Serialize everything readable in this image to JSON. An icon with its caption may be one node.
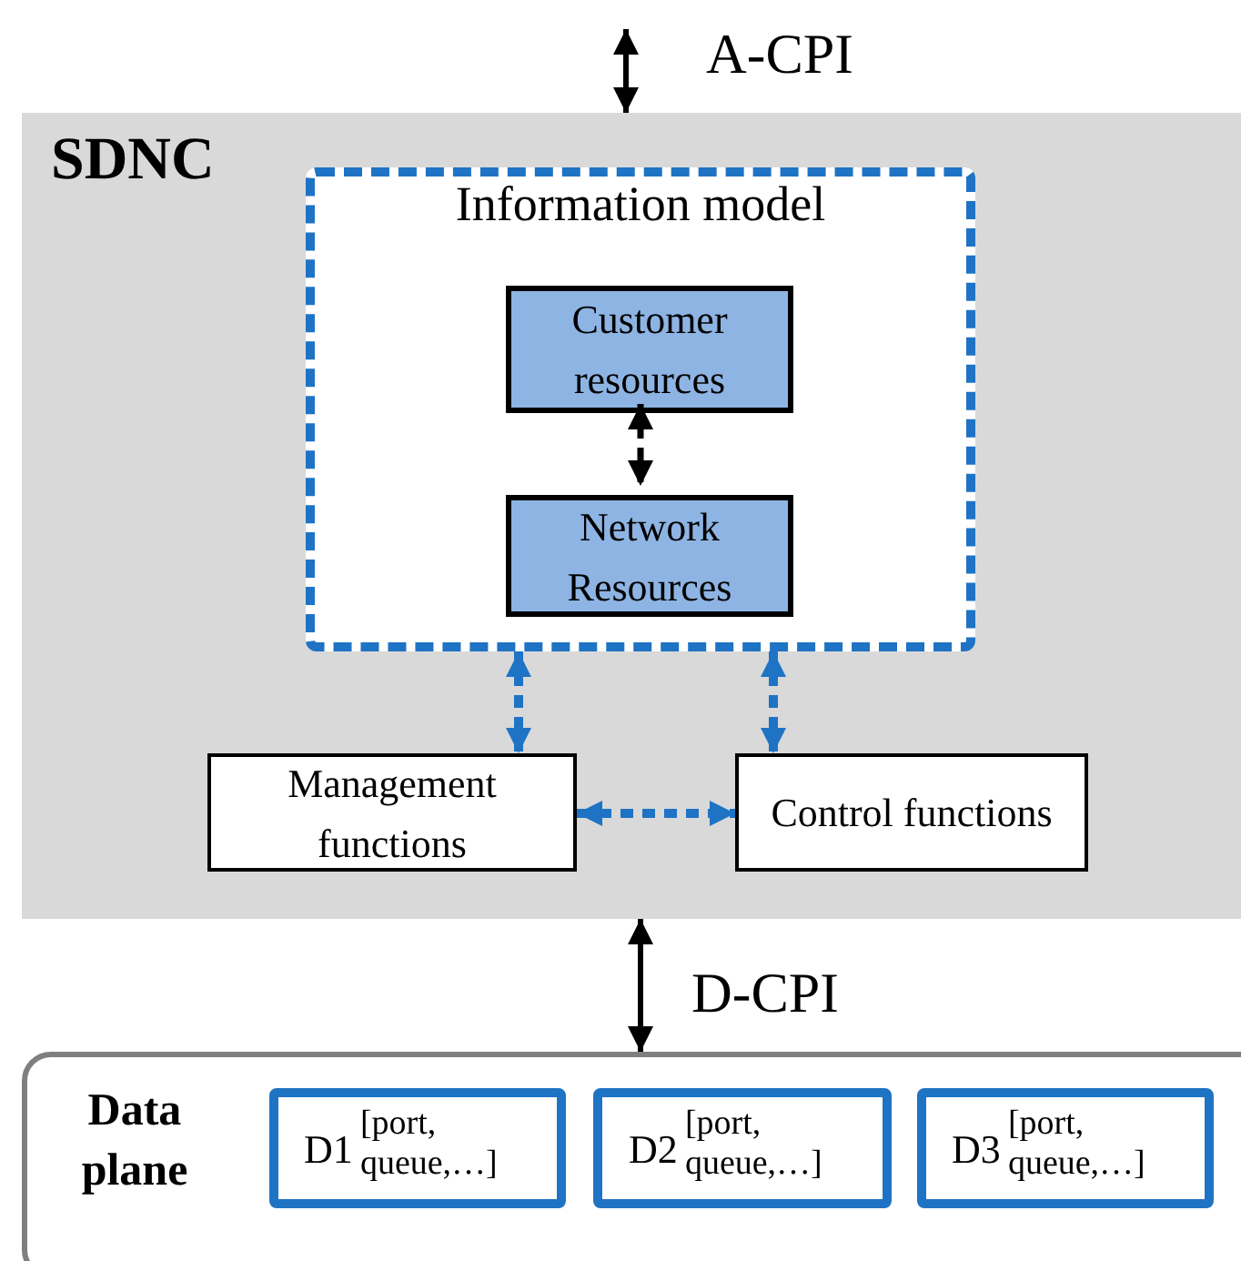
{
  "diagram": {
    "nodes": [
      {
        "text": [
          "SDNC"
        ]
      },
      {
        "text": [
          "Information model"
        ],
        "in": 0
      },
      {
        "text": [
          "Customer resources"
        ],
        "in": 1
      },
      {
        "text": [
          "Network Resources"
        ],
        "in": 1
      },
      {
        "text": [
          "Management functions"
        ],
        "in": 0
      },
      {
        "text": [
          "Control functions"
        ],
        "in": 0
      },
      {
        "text": [
          "Data plane"
        ]
      },
      {
        "text": [
          "D1",
          "[port, queue,…]"
        ],
        "in": 6
      },
      {
        "text": [
          "D2",
          "[port, queue,…]"
        ],
        "in": 6
      },
      {
        "text": [
          "D3",
          "[port, queue,…]"
        ],
        "in": 6
      }
    ],
    "edges": [
      {
        "from": null,
        "to": 0,
        "arrow": "both",
        "label": "A-CPI"
      },
      {
        "from": 2,
        "to": 3,
        "arrow": "both",
        "style": "dashed"
      },
      {
        "from": 1,
        "to": 4,
        "arrow": "both",
        "style": "dashed",
        "color": "#1f73c4"
      },
      {
        "from": 1,
        "to": 5,
        "arrow": "both",
        "style": "dashed",
        "color": "#1f73c4"
      },
      {
        "from": 4,
        "to": 5,
        "arrow": "both",
        "style": "dashed",
        "color": "#1f73c4"
      },
      {
        "from": 0,
        "to": 6,
        "arrow": "both",
        "label": "D-CPI"
      }
    ]
  }
}
